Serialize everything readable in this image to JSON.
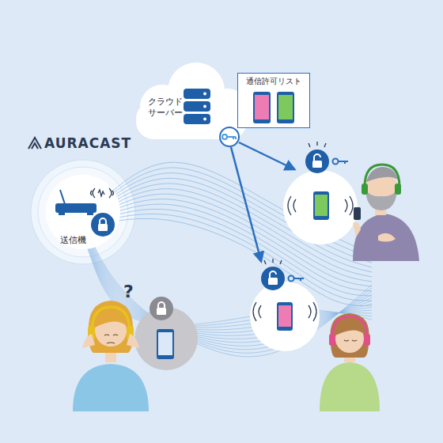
{
  "diagram": {
    "nodes": [
      {
        "text": [
          "クラウド サーバー"
        ]
      },
      {
        "text": [
          "通信許可リスト"
        ]
      },
      {
        "text": [
          "送信機"
        ]
      }
    ],
    "labels": [
      "AURACAST",
      "?"
    ]
  }
}
